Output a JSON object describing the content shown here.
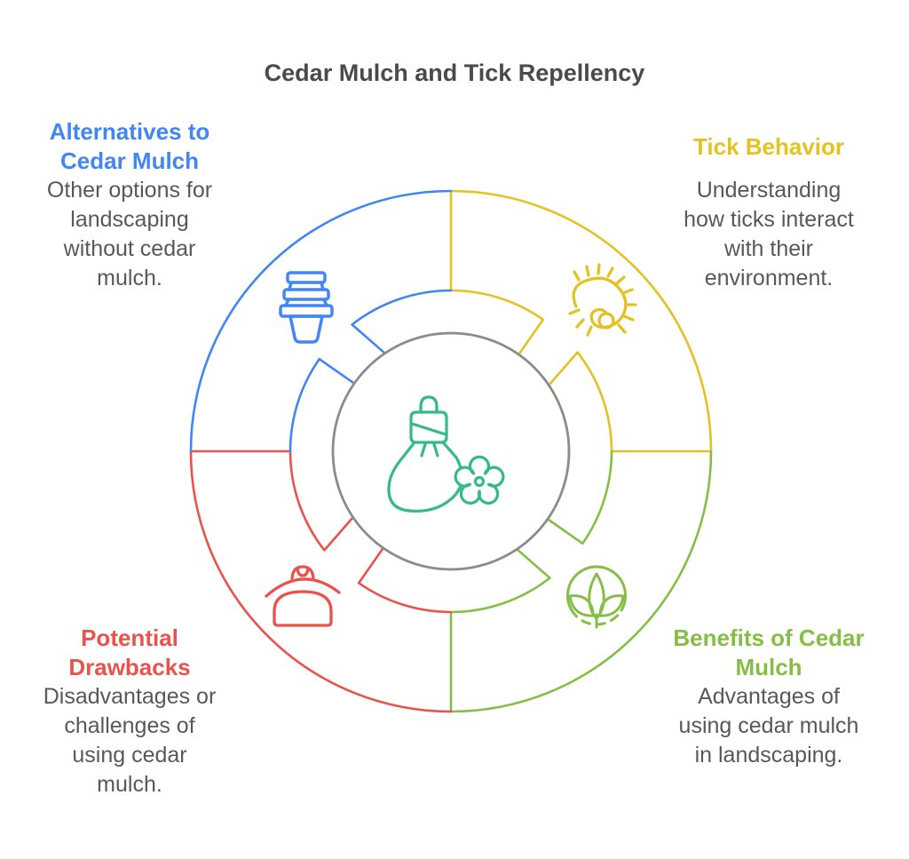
{
  "title": "Cedar Mulch and Tick Repellency",
  "colors": {
    "blue": "#4285F4",
    "yellow": "#E3C222",
    "red": "#EA524B",
    "green": "#85BE44",
    "center_green": "#33BA85",
    "ring_gray": "#8A8C8E",
    "title_text": "#4A4A4A",
    "body_text": "#56595C",
    "background": "#FFFFFF"
  },
  "sections": [
    {
      "id": "alternatives",
      "position": "top-left",
      "color_name": "blue",
      "heading": "Alternatives to Cedar Mulch",
      "heading_lines": [
        "Alternatives to",
        "Cedar Mulch"
      ],
      "body": "Other options for landscaping without cedar mulch.",
      "body_lines": [
        "Other options for",
        "landscaping",
        "without cedar",
        "mulch."
      ],
      "icon": "flower-pots-icon"
    },
    {
      "id": "tick-behavior",
      "position": "top-right",
      "color_name": "yellow",
      "heading": "Tick Behavior",
      "heading_lines": [
        "Tick Behavior"
      ],
      "body": "Understanding how ticks interact with their environment.",
      "body_lines": [
        "Understanding",
        "how ticks interact",
        "with their",
        "environment."
      ],
      "icon": "tick-icon"
    },
    {
      "id": "potential-drawbacks",
      "position": "bottom-left",
      "color_name": "red",
      "heading": "Potential Drawbacks",
      "heading_lines": [
        "Potential",
        "Drawbacks"
      ],
      "body": "Disadvantages or challenges of using cedar mulch.",
      "body_lines": [
        "Disadvantages or",
        "challenges of",
        "using cedar",
        "mulch."
      ],
      "icon": "coin-purse-icon"
    },
    {
      "id": "benefits",
      "position": "bottom-right",
      "color_name": "green",
      "heading": "Benefits of Cedar Mulch",
      "heading_lines": [
        "Benefits of Cedar",
        "Mulch"
      ],
      "body": "Advantages of using cedar mulch in landscaping.",
      "body_lines": [
        "Advantages of",
        "using cedar mulch",
        "in landscaping."
      ],
      "icon": "plant-icon"
    }
  ],
  "center": {
    "icon": "perfume-and-flower-icon"
  }
}
